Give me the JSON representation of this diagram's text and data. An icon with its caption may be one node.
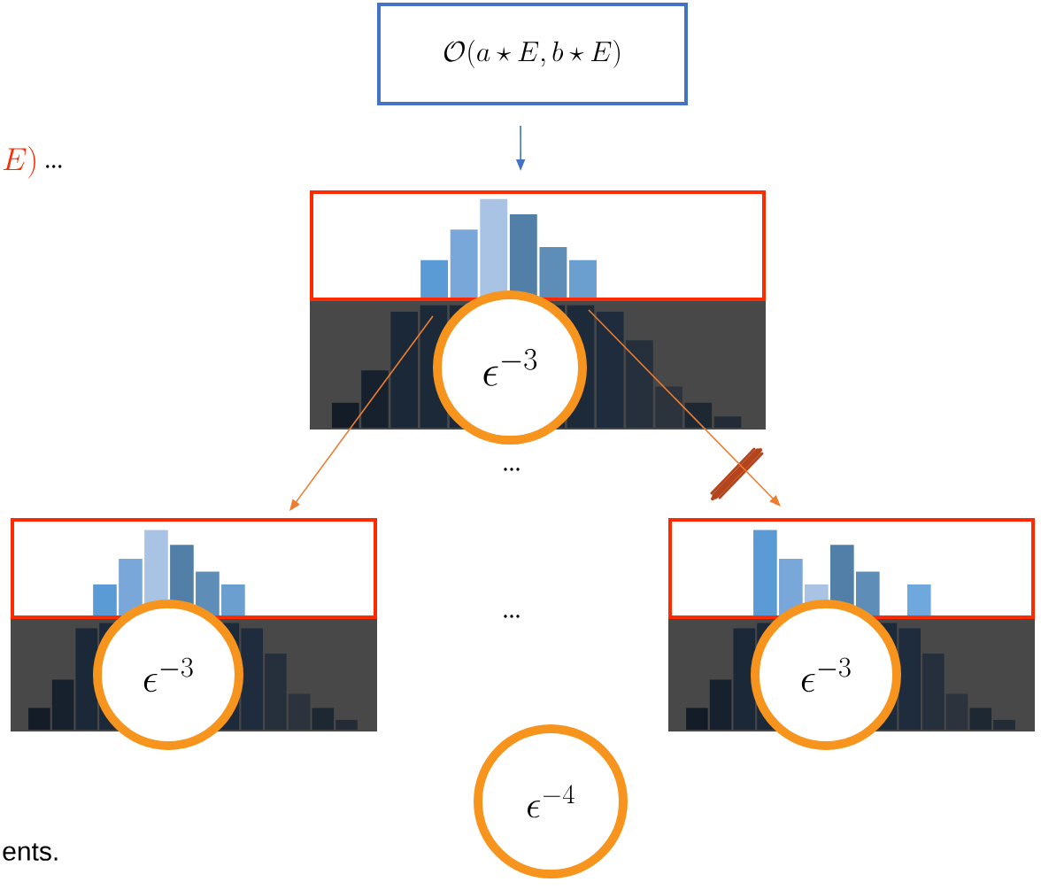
{
  "diagram": {
    "nodes": [
      {
        "text": [
          "\\mathcal{O}(a \\star E, b \\star E)"
        ]
      },
      {
        "text": [],
        "shape": "picture"
      },
      {
        "text": [
          "\\epsilon^{-3}"
        ]
      },
      {
        "text": [],
        "shape": "picture"
      },
      {
        "text": [
          "\\epsilon^{-3}"
        ]
      },
      {
        "text": [],
        "shape": "picture"
      },
      {
        "text": [
          "\\epsilon^{-3}"
        ]
      },
      {
        "text": [
          "\\epsilon^{-4}"
        ]
      }
    ],
    "edges": [
      {
        "from": 0,
        "to": 1,
        "arrow": "to",
        "color": "#4472c4"
      },
      {
        "from": 1,
        "to": 3,
        "arrow": "to"
      },
      {
        "from": 1,
        "to": 5,
        "arrow": "to"
      }
    ],
    "labels": [
      "E)",
      "...",
      "...",
      "...",
      "ents."
    ]
  }
}
